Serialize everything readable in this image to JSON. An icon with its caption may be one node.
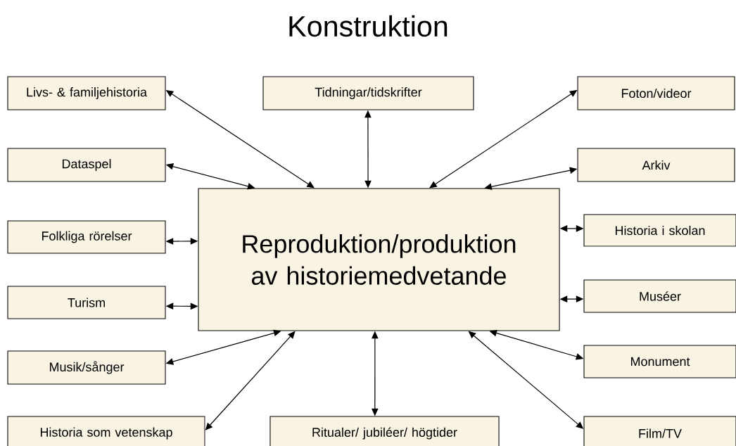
{
  "diagram": {
    "title": "Konstruktion",
    "nodes": [
      {
        "text": [
          "Livs- & familjehistoria"
        ]
      },
      {
        "text": [
          "Tidningar/tidskrifter"
        ]
      },
      {
        "text": [
          "Foton/videor"
        ]
      },
      {
        "text": [
          "Dataspel"
        ]
      },
      {
        "text": [
          "Arkiv"
        ]
      },
      {
        "text": [
          "Reproduktion/produktion av historiemedvetande"
        ]
      },
      {
        "text": [
          "Folkliga rörelser"
        ]
      },
      {
        "text": [
          "Historia i skolan"
        ]
      },
      {
        "text": [
          "Turism"
        ]
      },
      {
        "text": [
          "Muséer"
        ]
      },
      {
        "text": [
          "Musik/sånger"
        ]
      },
      {
        "text": [
          "Monument"
        ]
      },
      {
        "text": [
          "Historia som vetenskap"
        ]
      },
      {
        "text": [
          "Ritualer/ jubiléer/ högtider"
        ]
      },
      {
        "text": [
          "Film/TV"
        ]
      }
    ],
    "edges": [
      {
        "from": 0,
        "to": 5,
        "arrow": "both"
      },
      {
        "from": 1,
        "to": 5,
        "arrow": "both"
      },
      {
        "from": 2,
        "to": 5,
        "arrow": "both"
      },
      {
        "from": 3,
        "to": 5,
        "arrow": "both"
      },
      {
        "from": 4,
        "to": 5,
        "arrow": "both"
      },
      {
        "from": 6,
        "to": 5,
        "arrow": "both"
      },
      {
        "from": 7,
        "to": 5,
        "arrow": "both"
      },
      {
        "from": 8,
        "to": 5,
        "arrow": "both"
      },
      {
        "from": 9,
        "to": 5,
        "arrow": "both"
      },
      {
        "from": 10,
        "to": 5,
        "arrow": "both"
      },
      {
        "from": 11,
        "to": 5,
        "arrow": "both"
      },
      {
        "from": 12,
        "to": 5,
        "arrow": "both"
      },
      {
        "from": 13,
        "to": 5,
        "arrow": "both"
      },
      {
        "from": 14,
        "to": 5,
        "arrow": "both"
      }
    ]
  }
}
